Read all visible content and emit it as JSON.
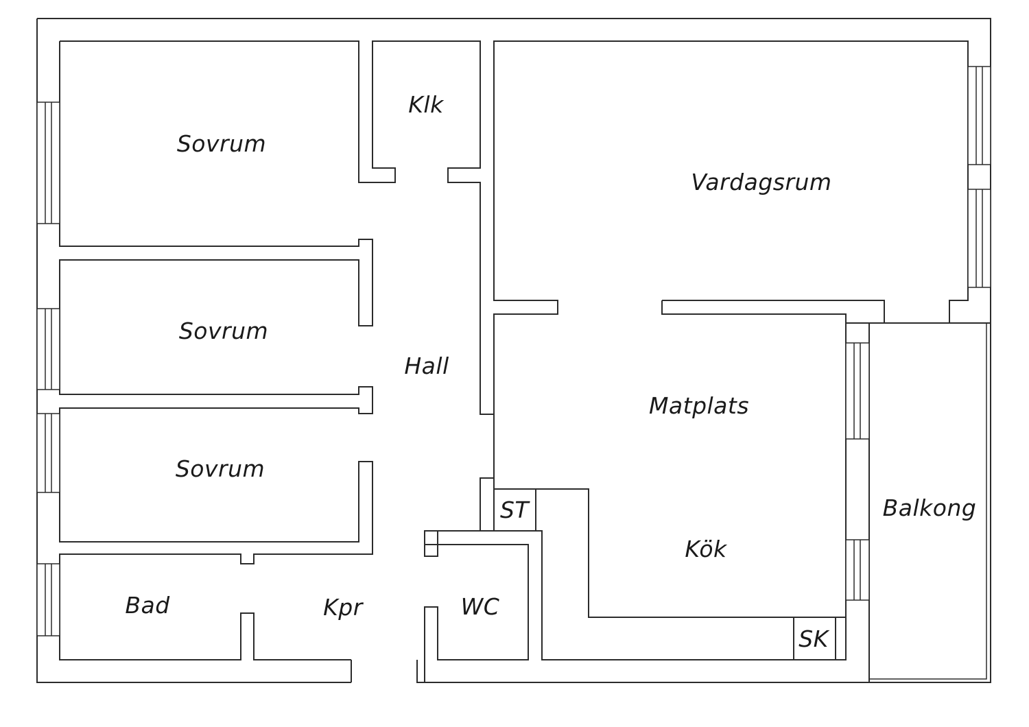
{
  "rooms": {
    "sovrum_1": "Sovrum",
    "klk": "Klk",
    "vardagsrum": "Vardagsrum",
    "sovrum_2": "Sovrum",
    "hall": "Hall",
    "matplats": "Matplats",
    "sovrum_3": "Sovrum",
    "st": "ST",
    "balkong": "Balkong",
    "kok": "Kök",
    "bad": "Bad",
    "kpr": "Kpr",
    "wc": "WC",
    "sk": "SK"
  },
  "colors": {
    "line": "#2b2b2b",
    "background": "#ffffff",
    "text": "#1a1a1a"
  }
}
